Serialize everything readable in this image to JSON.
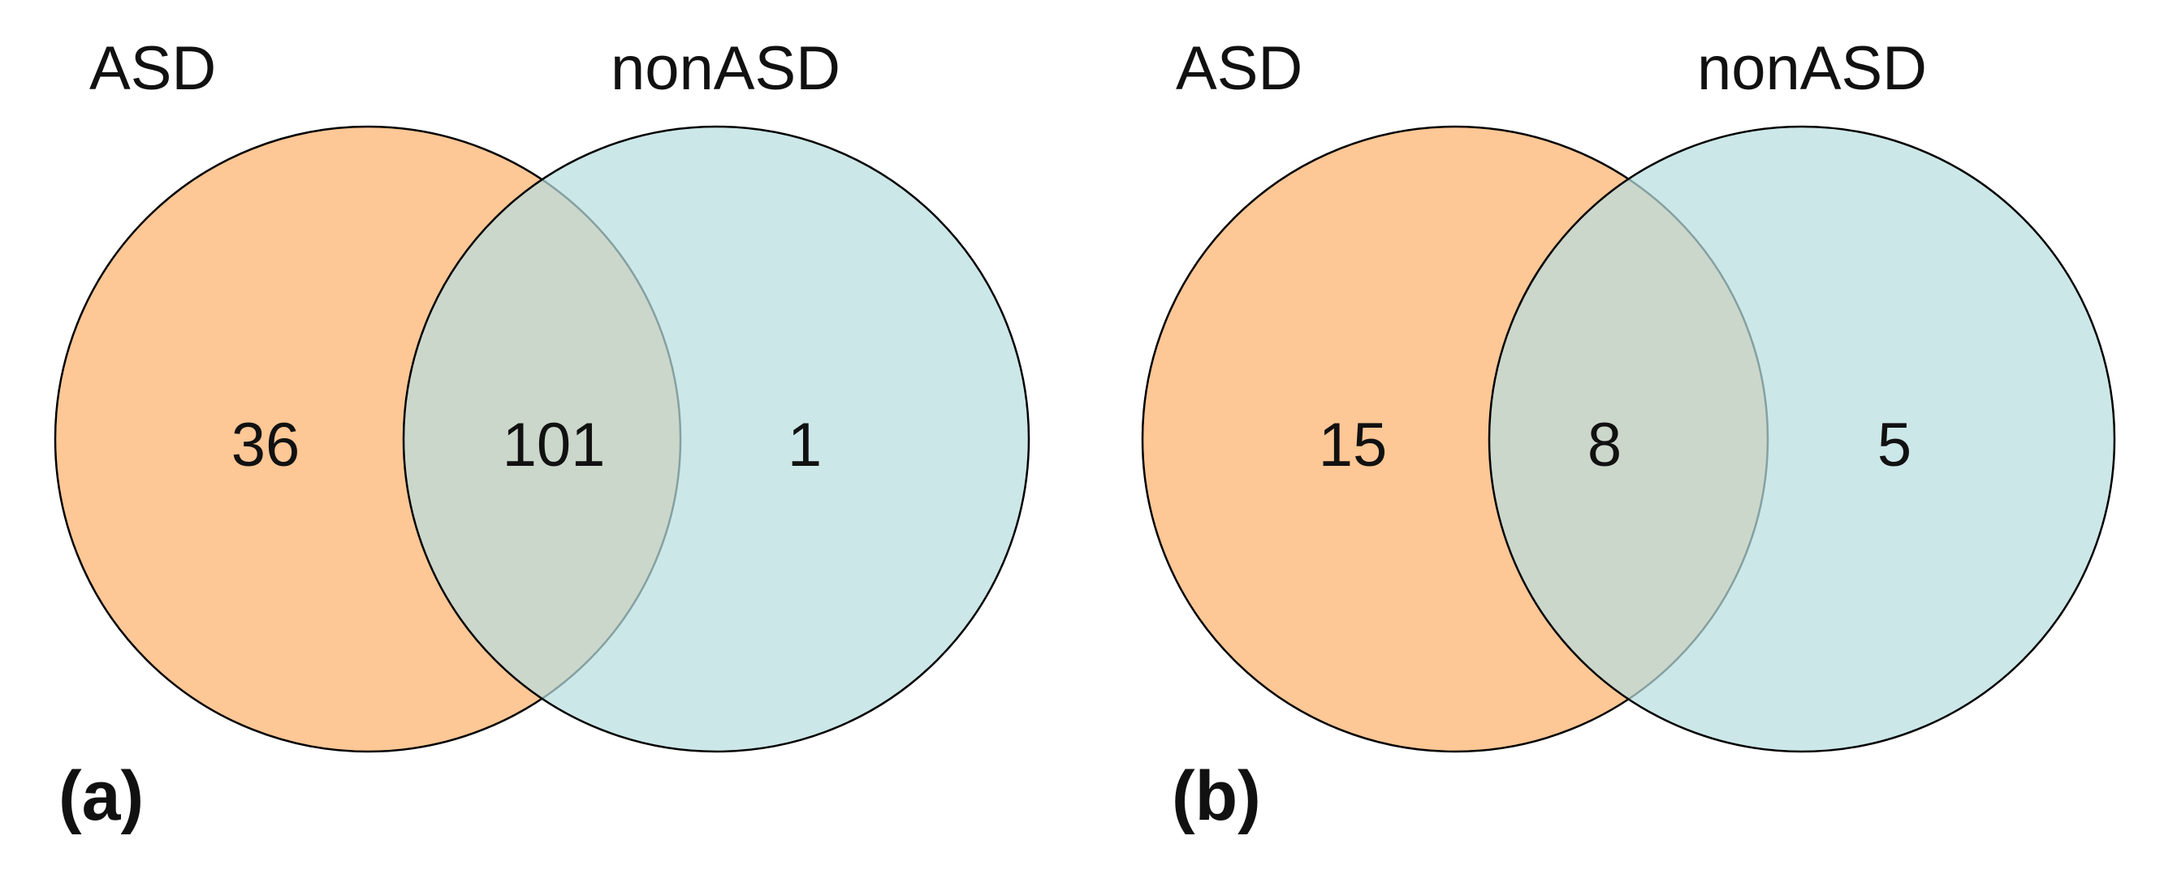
{
  "colors": {
    "asd_fill": "#fdc796",
    "nonasd_fill": "#b8dedf",
    "background": "#ffffff",
    "outline": "#000000"
  },
  "panels": [
    {
      "letter": "(a)",
      "set_a_label": "ASD",
      "set_b_label": "nonASD",
      "only_a": "36",
      "both": "101",
      "only_b": "1"
    },
    {
      "letter": "(b)",
      "set_a_label": "ASD",
      "set_b_label": "nonASD",
      "only_a": "15",
      "both": "8",
      "only_b": "5"
    }
  ]
}
